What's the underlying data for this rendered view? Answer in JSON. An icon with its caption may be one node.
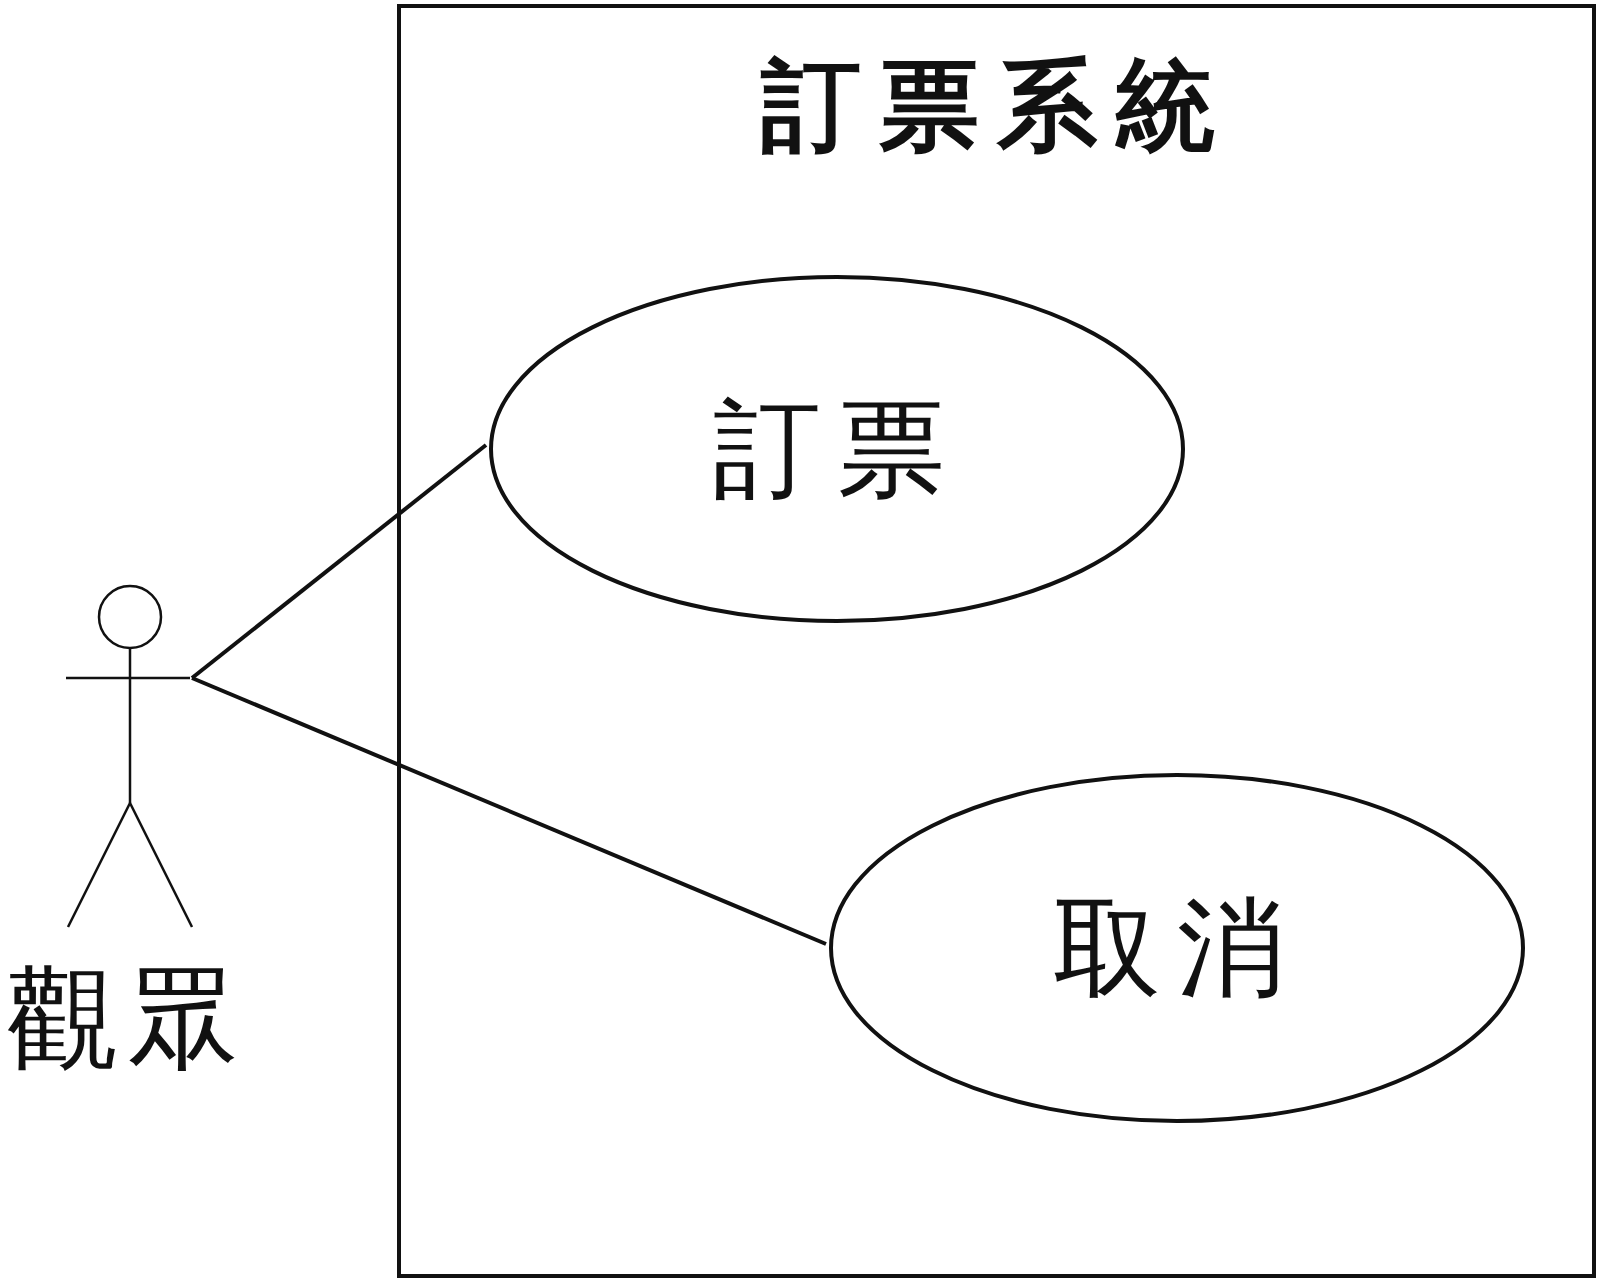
{
  "diagram": {
    "nodes": [
      {
        "text": [
          "訂票系統"
        ]
      },
      {
        "text": [
          "訂票"
        ],
        "in": 0
      },
      {
        "text": [
          "取消"
        ],
        "in": 0
      },
      {
        "text": [
          "觀眾"
        ]
      }
    ],
    "edges": [
      {
        "from": 3,
        "to": 1,
        "arrow": "none"
      },
      {
        "from": 3,
        "to": 2,
        "arrow": "none"
      }
    ]
  }
}
